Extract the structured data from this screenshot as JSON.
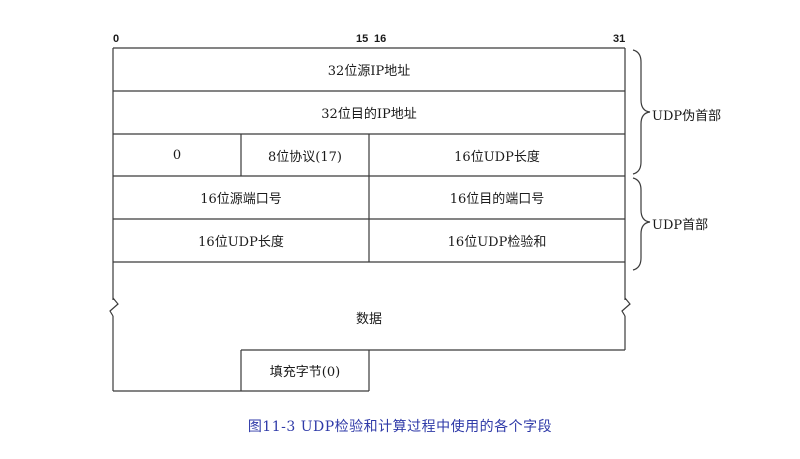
{
  "bit_positions": {
    "start": "0",
    "mid_left": "15",
    "mid_right": "16",
    "end": "31"
  },
  "pseudo_header": {
    "src_ip": "32位源IP地址",
    "dst_ip": "32位目的IP地址",
    "zero": "0",
    "protocol": "8位协议(17)",
    "udp_length": "16位UDP长度"
  },
  "udp_header": {
    "src_port": "16位源端口号",
    "dst_port": "16位目的端口号",
    "length": "16位UDP长度",
    "checksum": "16位UDP检验和"
  },
  "data": {
    "label": "数据",
    "padding": "填充字节(0)"
  },
  "braces": {
    "pseudo_header_label": "UDP伪首部",
    "header_label": "UDP首部"
  },
  "caption": "图11-3   UDP检验和计算过程中使用的各个字段"
}
